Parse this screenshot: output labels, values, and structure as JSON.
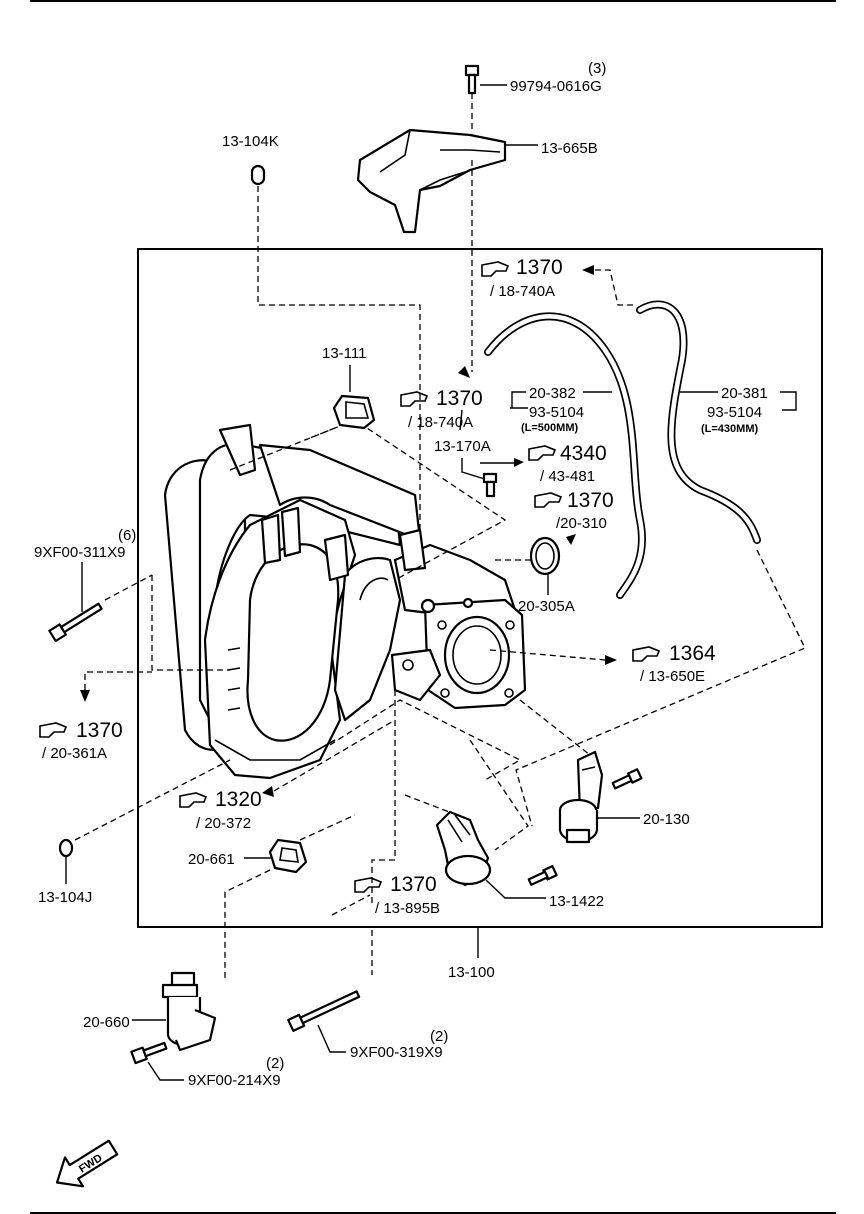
{
  "diagram": {
    "parts": {
      "bolt_top": "99794-0616G",
      "bolt_top_qty": "(3)",
      "bracket": "13-665B",
      "cap": "13-104K",
      "gasket_111": "13-111",
      "hose_382": "20-382",
      "hose_382_pn": "93-5104",
      "hose_382_len": "(L=500MM)",
      "hose_381": "20-381",
      "hose_381_pn": "93-5104",
      "hose_381_len": "(L=430MM)",
      "stud_170A": "13-170A",
      "oring_305A": "20-305A",
      "bolt_left": "9XF00-311X9",
      "bolt_left_qty": "(6)",
      "cap_104J": "13-104J",
      "gasket_661": "20-661",
      "valve_130": "20-130",
      "sensor_1422": "13-1422",
      "manifold": "13-100",
      "valve_660": "20-660",
      "bolt_214": "9XF00-214X9",
      "bolt_214_qty": "(2)",
      "bolt_319": "9XF00-319X9",
      "bolt_319_qty": "(2)"
    },
    "refs": [
      {
        "num": "1370",
        "sub": "/ 18-740A"
      },
      {
        "num": "1370",
        "sub": "/ 18-740A"
      },
      {
        "num": "4340",
        "sub": "/ 43-481"
      },
      {
        "num": "1370",
        "sub": "/20-310"
      },
      {
        "num": "1364",
        "sub": "/ 13-650E"
      },
      {
        "num": "1370",
        "sub": "/ 20-361A"
      },
      {
        "num": "1320",
        "sub": "/ 20-372"
      },
      {
        "num": "1370",
        "sub": "/ 13-895B"
      }
    ],
    "fwd_label": "FWD",
    "icons": [
      "hand-pointer-icon",
      "fwd-arrow-icon"
    ]
  }
}
